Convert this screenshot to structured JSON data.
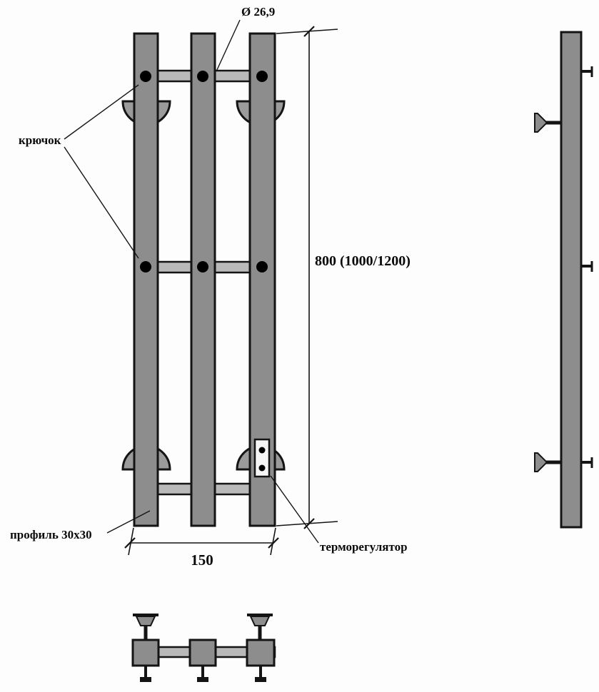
{
  "drawing": {
    "labels": {
      "diameter": "Ø 26,9",
      "height": "800 (1000/1200)",
      "width": "150",
      "hook": "крючок",
      "profile": "профиль 30x30",
      "thermostat": "терморегулятор"
    },
    "colors": {
      "background": "#fdfdfd",
      "bar_fill": "#8d8d8d",
      "rail_fill": "#b9b9b9",
      "hook_fill": "#9b9b9b",
      "outline": "#141414",
      "hole": "#000000"
    }
  }
}
